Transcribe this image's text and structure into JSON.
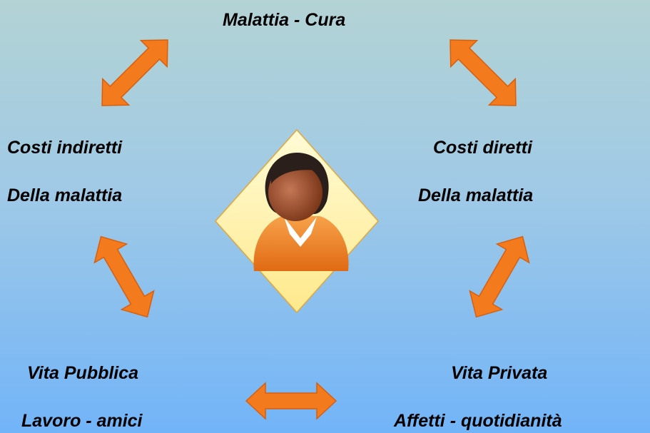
{
  "center": {
    "label": "Malattia - Cura"
  },
  "left": {
    "line1": "Costi indiretti",
    "line2": "Della malattia"
  },
  "right": {
    "line1": "Costi diretti",
    "line2": "Della malattia"
  },
  "bottom_left": {
    "line1": "Vita Pubblica",
    "line2": "Lavoro - amici"
  },
  "bottom_right": {
    "line1": "Vita Privata",
    "line2": "Affetti - quotidianità"
  },
  "icons": {
    "person": "person-icon",
    "arrow": "double-arrow-icon"
  },
  "colors": {
    "arrow": "#f47a1e",
    "arrow_edge": "#d85f0c",
    "diamond": "#fff3a8",
    "diamond_edge": "#e2a63a",
    "body": "#f0892a",
    "head": "#9a4d2a",
    "hair": "#2a1f1a"
  }
}
